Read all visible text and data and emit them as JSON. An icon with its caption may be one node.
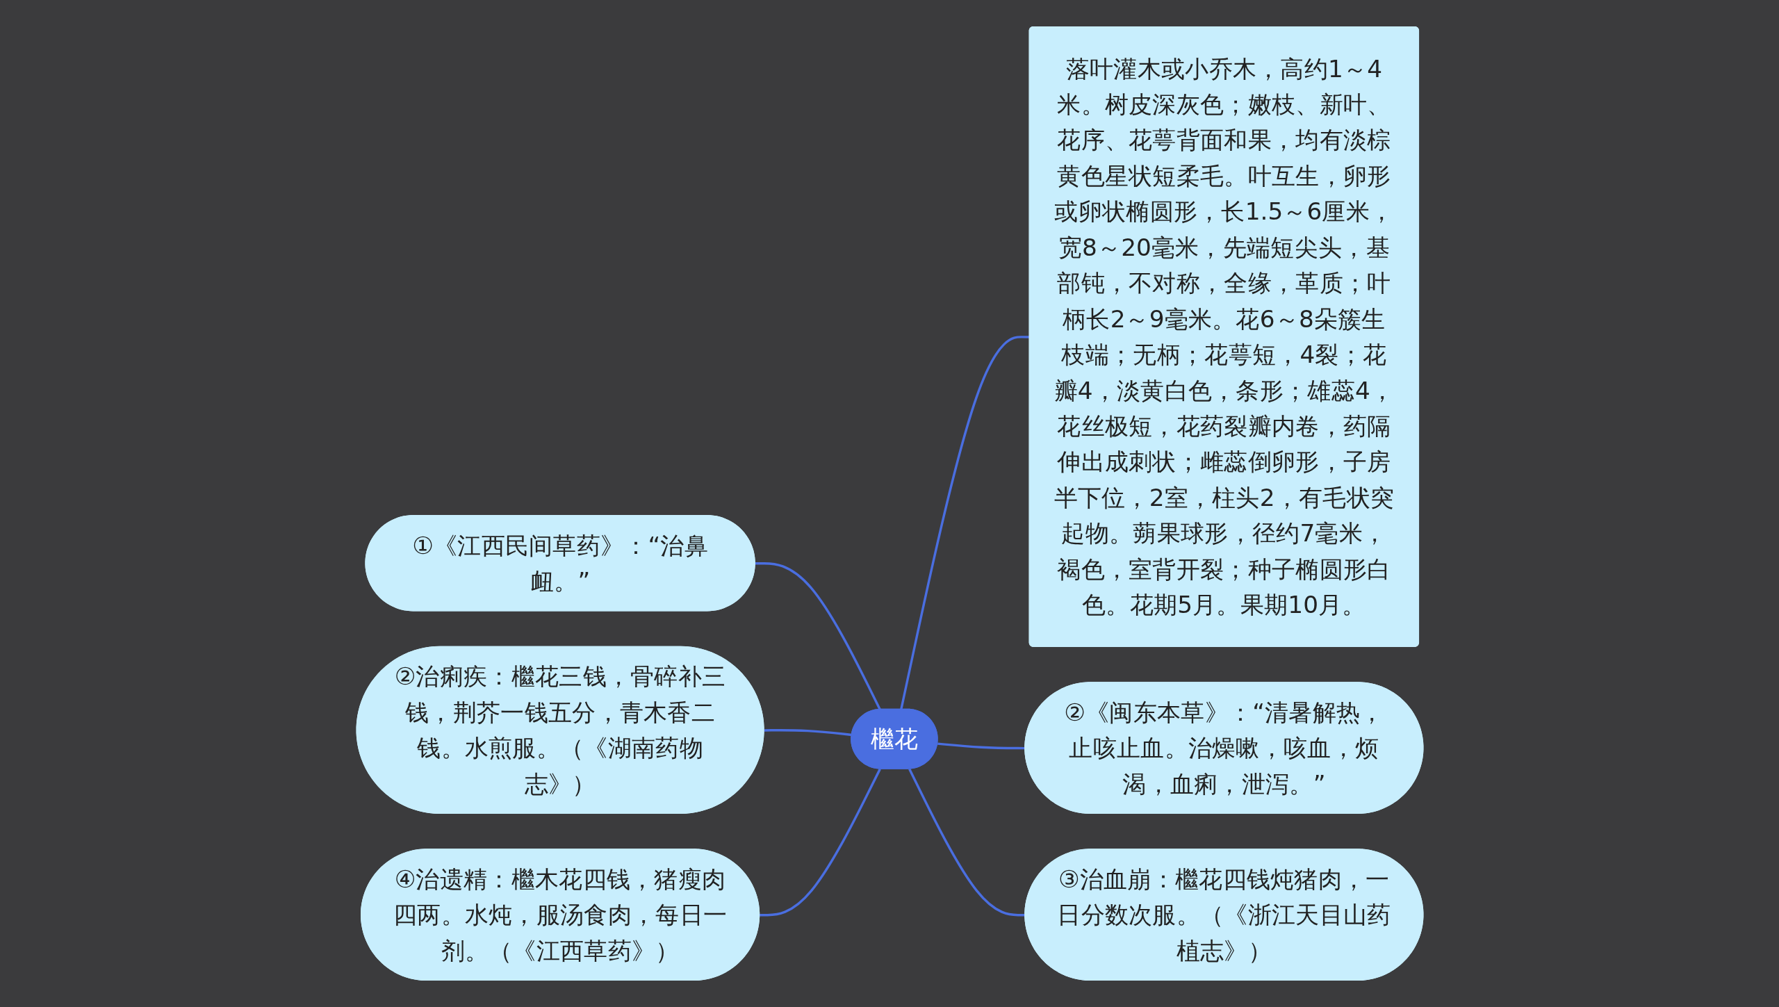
{
  "diagram": {
    "nodes": [
      {
        "text": [
          "檵花"
        ]
      },
      {
        "text": [
          "①《江西民间草药》：“治鼻衄。”"
        ]
      },
      {
        "text": [
          "②治痢疾：檵花三钱，骨碎补三钱，荆芥一钱五分，青木香二钱。水煎服。（《湖南药物志》）"
        ]
      },
      {
        "text": [
          "④治遗精：檵木花四钱，猪瘦肉四两。水炖，服汤食肉，每日一剂。（《江西草药》）"
        ]
      },
      {
        "text": [
          "落叶灌木或小乔木，高约1～4米。树皮深灰色；嫩枝、新叶、花序、花萼背面和果，均有淡棕黄色星状短柔毛。叶互生，卵形或卵状椭圆形，长1.5～6厘米，宽8～20毫米，先端短尖头，基部钝，不对称，全缘，革质；叶柄长2～9毫米。花6～8朵簇生枝端；无柄；花萼短，4裂；花瓣4，淡黄白色，条形；雄蕊4，花丝极短，花药裂瓣内卷，药隔伸出成刺状；雌蕊倒卵形，子房半下位，2室，柱头2，有毛状突起物。蒴果球形，径约7毫米，褐色，室背开裂；种子椭圆形白色。花期5月。果期10月。"
        ]
      },
      {
        "text": [
          "②《闽东本草》：“清暑解热，止咳止血。治燥嗽，咳血，烦渴，血痢，泄泻。”"
        ]
      },
      {
        "text": [
          "③治血崩：檵花四钱炖猪肉，一日分数次服。（《浙江天目山药植志》）"
        ]
      }
    ],
    "edges": [
      {
        "from": 1,
        "to": 0,
        "arrow": "none"
      },
      {
        "from": 2,
        "to": 0,
        "arrow": "none"
      },
      {
        "from": 3,
        "to": 0,
        "arrow": "none"
      },
      {
        "from": 0,
        "to": 4,
        "arrow": "none"
      },
      {
        "from": 0,
        "to": 5,
        "arrow": "none"
      },
      {
        "from": 0,
        "to": 6,
        "arrow": "none"
      }
    ]
  }
}
